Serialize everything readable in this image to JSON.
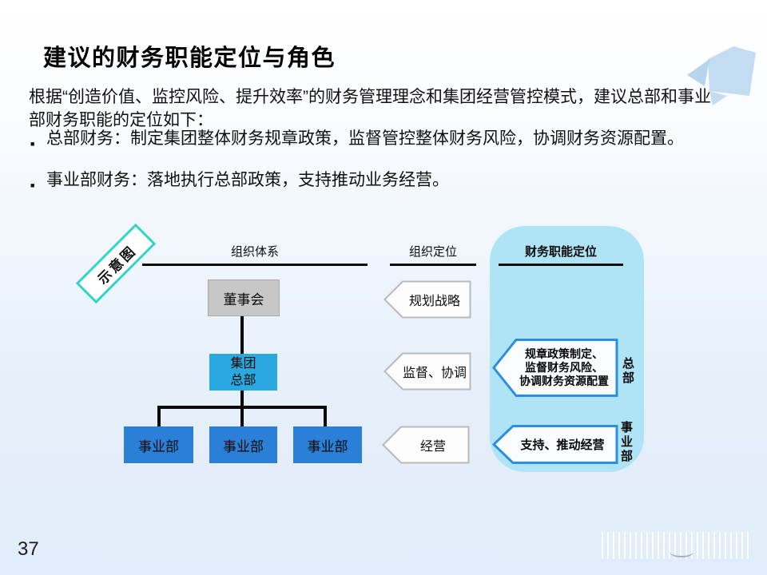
{
  "page_number": "37",
  "title": "建议的财务职能定位与角色",
  "intro": "根据“创造价值、监控风险、提升效率”的财务管理理念和集团经营管控模式，建议总部和事业部财务职能的定位如下：",
  "bullets": [
    "总部财务：制定集团整体财务规章政策，监督管控整体财务风险，协调财务资源配置。",
    "事业部财务：落地执行总部政策，支持推动业务经营。"
  ],
  "diagram": {
    "stamp_label": "示意图",
    "columns": {
      "org_system": "组织体系",
      "org_position": "组织定位",
      "finance_function": "财务职能定位"
    },
    "org_chart": {
      "board": "董事会",
      "hq_line1": "集团",
      "hq_line2": "总部",
      "units": [
        "事业部",
        "事业部",
        "事业部"
      ]
    },
    "position_arrows": [
      "规划战略",
      "监督、协调",
      "经营"
    ],
    "finance_hq_arrow": {
      "line1": "规章政策制定、",
      "line2": "监督财务风险、",
      "line3": "协调财务资源配置",
      "side_label": "总部"
    },
    "finance_unit_arrow": {
      "line1": "支持、推动经营",
      "side_label": "事业部"
    }
  },
  "colors": {
    "hq_box": "#29a9e0",
    "unit_box": "#2a7fd6",
    "board_box": "#c7c7c7",
    "finance_panel": "#aee4f6",
    "blue_arrow_border": "#2b8fe0",
    "stamp_border": "#2fd5c8",
    "connector": "#0a0a0a"
  }
}
